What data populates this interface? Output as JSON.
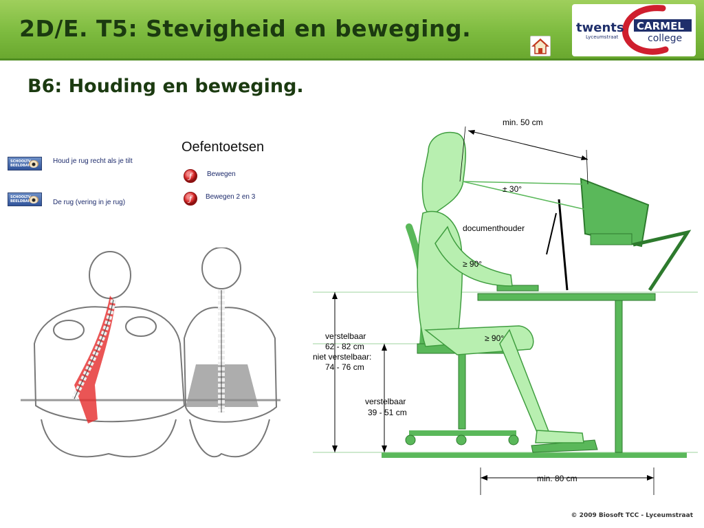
{
  "header": {
    "title": "2D/E. T5: Stevigheid en beweging.",
    "logo": {
      "word1": "twents",
      "word2": "CARMEL",
      "word3": "college",
      "sub": "Lyceumstraat",
      "brand_color": "#cf1f2e",
      "navy_color": "#1f2f6b"
    },
    "home_icon": "home-icon"
  },
  "subtitle": "B6: Houding en beweging.",
  "links": [
    {
      "thumb_text": "SCHOOLTV BEELDBANK",
      "label": "Houd je rug recht als je tilt",
      "icon": "video-thumbnail-icon"
    },
    {
      "thumb_text": "SCHOOLTV BEELDBANK",
      "label": "De rug (vering in je rug)",
      "icon": "video-thumbnail-icon"
    }
  ],
  "quiz": {
    "header": "Oefentoetsen",
    "items": [
      {
        "label": "Bewegen",
        "icon": "flash-icon"
      },
      {
        "label": "Bewegen 2 en 3",
        "icon": "flash-icon"
      }
    ]
  },
  "ergonomics": {
    "min_distance": "min. 50 cm",
    "angle_eye": "± 30°",
    "document_holder": "documenthouder",
    "elbow_angle": "≥ 90°",
    "knee_angle": "≥ 90°",
    "desk_height": [
      "verstelbaar",
      "62 - 82 cm",
      "niet verstelbaar:",
      "74 - 76 cm"
    ],
    "seat_height": [
      "verstelbaar",
      "39 - 51 cm"
    ],
    "min_width": "min. 80 cm",
    "green": "#5ab85a"
  },
  "footer": "© 2009 Biosoft  TCC - Lyceumstraat"
}
